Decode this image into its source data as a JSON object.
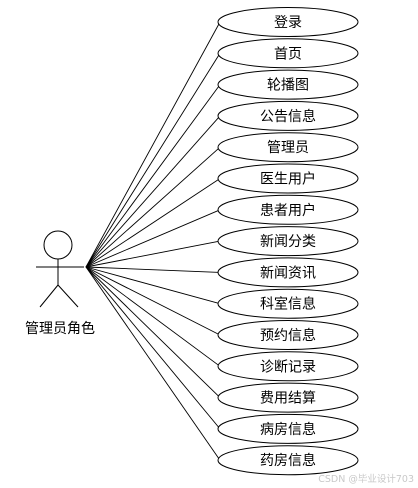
{
  "actor": {
    "label": "管理员角色"
  },
  "use_cases": [
    {
      "label": "登录"
    },
    {
      "label": "首页"
    },
    {
      "label": "轮播图"
    },
    {
      "label": "公告信息"
    },
    {
      "label": "管理员"
    },
    {
      "label": "医生用户"
    },
    {
      "label": "患者用户"
    },
    {
      "label": "新闻分类"
    },
    {
      "label": "新闻资讯"
    },
    {
      "label": "科室信息"
    },
    {
      "label": "预约信息"
    },
    {
      "label": "诊断记录"
    },
    {
      "label": "费用结算"
    },
    {
      "label": "病房信息"
    },
    {
      "label": "药房信息"
    }
  ],
  "watermark": {
    "text": "CSDN @毕业设计703"
  }
}
